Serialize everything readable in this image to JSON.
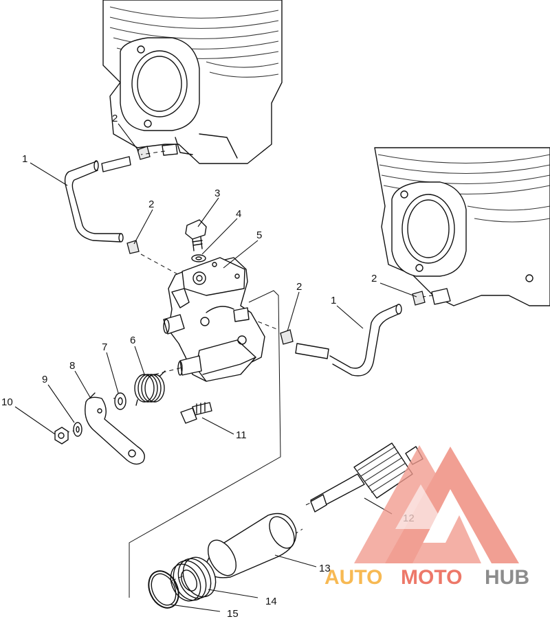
{
  "callouts": {
    "c1_left": "1",
    "c1_right": "1",
    "c2_top": "2",
    "c2_mid": "2",
    "c2_center": "2",
    "c2_right": "2",
    "c3": "3",
    "c4": "4",
    "c5": "5",
    "c6": "6",
    "c7": "7",
    "c8": "8",
    "c9": "9",
    "c10": "10",
    "c11": "11",
    "c12": "12",
    "c13": "13",
    "c14": "14",
    "c15": "15"
  },
  "watermark": {
    "word_part1": "AUTO",
    "word_part2": "MOTO",
    "word_part3": "HUB",
    "color_orange": "#f5a623",
    "color_red": "#e8533f",
    "color_gray": "#6d6d6d"
  },
  "colors": {
    "line": "#111111",
    "background": "#ffffff"
  }
}
